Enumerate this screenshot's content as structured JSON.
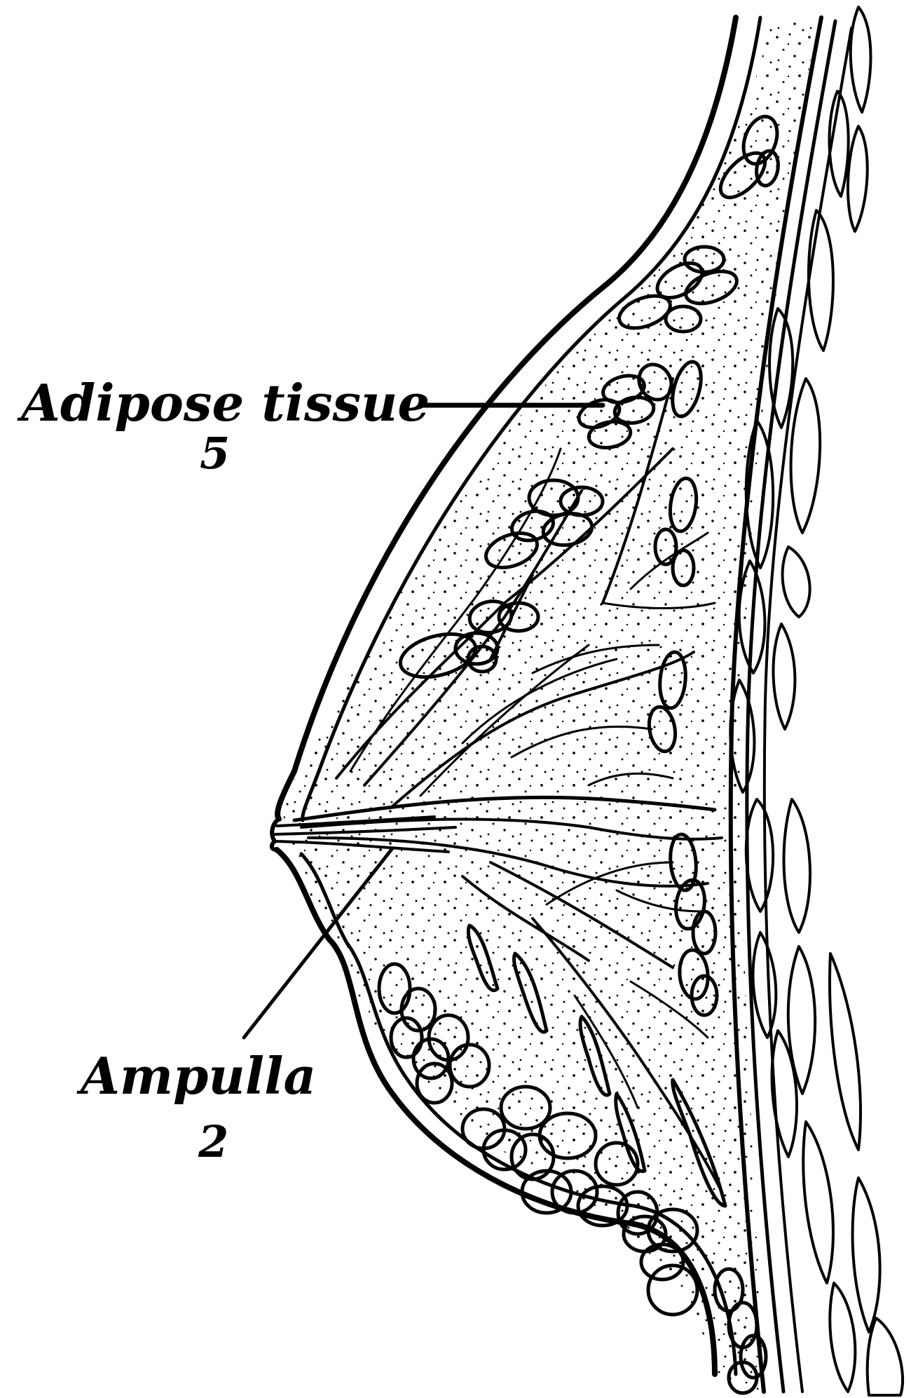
{
  "labels": {
    "adipose": {
      "text": "Adipose tissue",
      "number": "5"
    },
    "ampulla": {
      "text": "Ampulla",
      "number": "2"
    }
  },
  "colors": {
    "ink": "#000000",
    "paper": "#ffffff"
  }
}
